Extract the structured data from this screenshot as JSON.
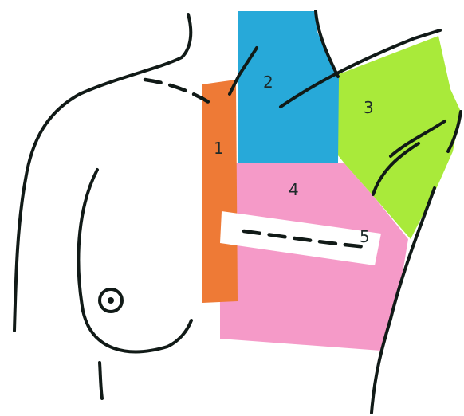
{
  "zones": [
    {
      "label": "1",
      "color": "#ee7a36"
    },
    {
      "label": "2",
      "color": "#27a9d9"
    },
    {
      "label": "3",
      "color": "#a9ea3a"
    },
    {
      "label": "4",
      "color": "#f59ac8"
    },
    {
      "label": "5",
      "color": "#ffffff"
    }
  ],
  "colors": {
    "outline": "#111a17",
    "background": "#ffffff"
  }
}
